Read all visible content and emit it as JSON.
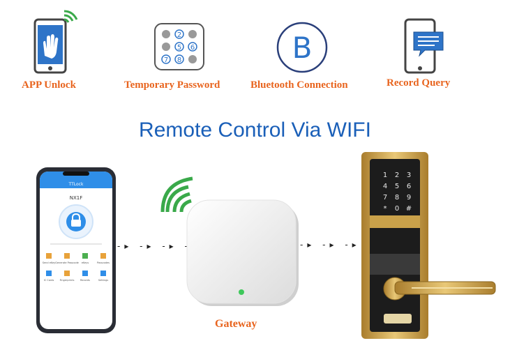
{
  "features": [
    {
      "label": "APP Unlock",
      "icon": "phone-hand-icon"
    },
    {
      "label": "Temporary Password",
      "icon": "keypad-icon"
    },
    {
      "label": "Bluetooth Connection",
      "icon": "bluetooth-b-icon"
    },
    {
      "label": "Record Query",
      "icon": "phone-message-icon"
    }
  ],
  "keypad_digits": [
    "2",
    "5",
    "6",
    "7",
    "8"
  ],
  "bluetooth_letter": "B",
  "title": "Remote Control Via WIFI",
  "phone_app": {
    "app_name": "TTLock",
    "lock_name": "NX1F",
    "menu": [
      "Send eKey",
      "Generate Passcode",
      "eKeys",
      "Passcodes",
      "IC Cards",
      "Fingerprints",
      "Records",
      "Settings"
    ]
  },
  "gateway_label": "Gateway",
  "door_lock": {
    "keypad_keys": [
      "1",
      "2",
      "3",
      "4",
      "5",
      "6",
      "7",
      "8",
      "9",
      "*",
      "0",
      "#"
    ]
  },
  "colors": {
    "accent_orange": "#e8641e",
    "title_blue": "#1a5fb8",
    "wifi_green": "#3aa94a",
    "lock_gold": "#c9a14a"
  }
}
